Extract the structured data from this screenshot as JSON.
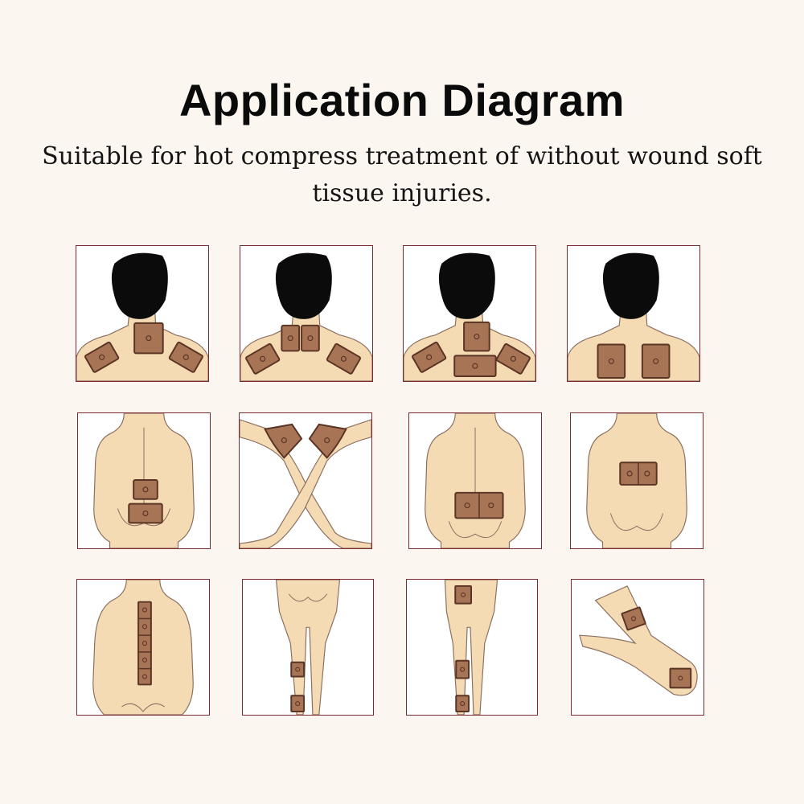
{
  "header": {
    "title": "Application Diagram",
    "subtitle": "Suitable for hot compress treatment of without wound soft tissue injuries."
  },
  "colors": {
    "skin": "#f5dbb4",
    "outline": "#8a7060",
    "hair": "#0b0b0b",
    "patch": "#a87456",
    "patch_border": "#5a3424",
    "panel_border": "#7a2a30"
  },
  "panels": [
    {
      "name": "neck-shoulders-three-patches"
    },
    {
      "name": "neck-two-patches-shoulders"
    },
    {
      "name": "neck-upper-back-shoulders"
    },
    {
      "name": "upper-back-two-patches"
    },
    {
      "name": "lower-back-spine"
    },
    {
      "name": "knees-crossed-legs"
    },
    {
      "name": "lower-back-wide"
    },
    {
      "name": "mid-back"
    },
    {
      "name": "full-spine"
    },
    {
      "name": "back-of-leg"
    },
    {
      "name": "thigh-and-calf"
    },
    {
      "name": "arm-elbow-wrist"
    }
  ]
}
